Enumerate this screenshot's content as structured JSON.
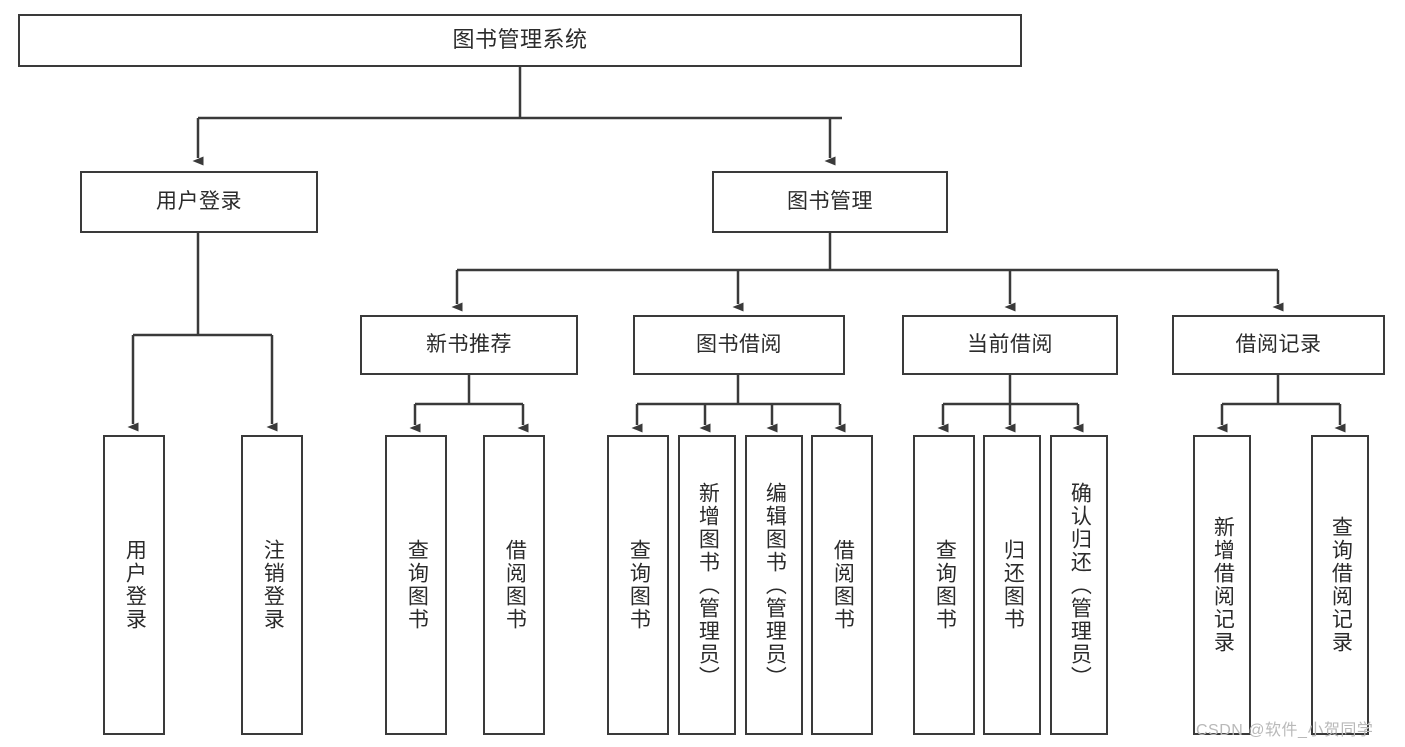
{
  "diagram": {
    "title": "图书管理系统",
    "type": "function-structure-tree",
    "watermark": "CSDN @软件_小贺同学",
    "colors": {
      "box_border": "#3a3a3a",
      "box_fill": "#ffffff",
      "edge": "#3a3a3a",
      "text": "#2b2b2b",
      "watermark": "#b9b9b9",
      "background": "#ffffff"
    },
    "nodes": {
      "root": {
        "label": "图书管理系统"
      },
      "level1": [
        {
          "id": "user-login",
          "label": "用户登录"
        },
        {
          "id": "book-manage",
          "label": "图书管理"
        }
      ],
      "level2": [
        {
          "id": "new-book-recommend",
          "label": "新书推荐"
        },
        {
          "id": "book-borrow",
          "label": "图书借阅"
        },
        {
          "id": "current-borrow",
          "label": "当前借阅"
        },
        {
          "id": "borrow-record",
          "label": "借阅记录"
        }
      ],
      "leaves": {
        "user_login": [
          {
            "id": "leaf-user-login",
            "label": "用户登录"
          },
          {
            "id": "leaf-logout-login",
            "label": "注销登录"
          }
        ],
        "new_book_recommend": [
          {
            "id": "leaf-query-book-1",
            "label": "查询图书"
          },
          {
            "id": "leaf-borrow-book-1",
            "label": "借阅图书"
          }
        ],
        "book_borrow": [
          {
            "id": "leaf-query-book-2",
            "label": "查询图书"
          },
          {
            "id": "leaf-add-book",
            "label": "新增图书（管理员）"
          },
          {
            "id": "leaf-edit-book",
            "label": "编辑图书（管理员）"
          },
          {
            "id": "leaf-borrow-book-2",
            "label": "借阅图书"
          }
        ],
        "current_borrow": [
          {
            "id": "leaf-query-book-3",
            "label": "查询图书"
          },
          {
            "id": "leaf-return-book",
            "label": "归还图书"
          },
          {
            "id": "leaf-confirm-return",
            "label": "确认归还（管理员）"
          }
        ],
        "borrow_record": [
          {
            "id": "leaf-add-record",
            "label": "新增借阅记录"
          },
          {
            "id": "leaf-query-record",
            "label": "查询借阅记录"
          }
        ]
      }
    }
  }
}
